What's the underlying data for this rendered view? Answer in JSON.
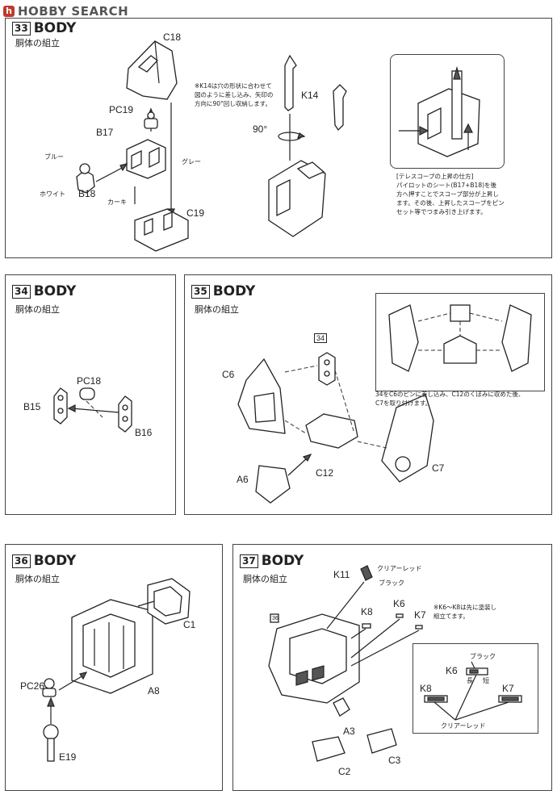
{
  "header": {
    "logo_text": "HOBBY SEARCH"
  },
  "steps": [
    {
      "number": "33",
      "title": "BODY",
      "subtitle": "胴体の組立",
      "labels": {
        "c18": "C18",
        "pc19": "PC19",
        "b17": "B17",
        "blue": "ブルー",
        "white": "ホワイト",
        "b18": "B18",
        "khaki": "カーキ",
        "gray": "グレー",
        "c19": "C19",
        "k14": "K14",
        "angle": "90°"
      },
      "note": "※K14は穴の形状に合わせて\n図のように差し込み、矢印の\n方向に90°回し収納します。",
      "telescope_note": "[テレスコープの上昇の仕方]\nパイロットのシート(B17+B18)を後\n方へ押すことでスコープ部分が上昇し\nます。その後、上昇したスコープをピン\nセット等でつまみ引き上げます。"
    },
    {
      "number": "34",
      "title": "BODY",
      "subtitle": "胴体の組立",
      "labels": {
        "pc18": "PC18",
        "b15": "B15",
        "b16": "B16"
      }
    },
    {
      "number": "35",
      "title": "BODY",
      "subtitle": "胴体の組立",
      "labels": {
        "ref": "34",
        "c6": "C6",
        "c12": "C12",
        "a6": "A6",
        "c7": "C7"
      },
      "note": "34をC6のピンに差し込み、C12のくぼみに収めた後、\nC7を取り付けます。"
    },
    {
      "number": "36",
      "title": "BODY",
      "subtitle": "胴体の組立",
      "labels": {
        "c1": "C1",
        "pc26": "PC26",
        "a8": "A8",
        "e19": "E19"
      }
    },
    {
      "number": "37",
      "title": "BODY",
      "subtitle": "胴体の組立",
      "labels": {
        "ref": "36",
        "k11": "K11",
        "clear_red_top": "クリアーレッド",
        "black_top": "ブラック",
        "k8": "K8",
        "k6": "K6",
        "k7": "K7",
        "a3": "A3",
        "c2": "C2",
        "c3": "C3",
        "inset_black": "ブラック",
        "inset_k6": "K6",
        "inset_k8": "K8",
        "inset_k7": "K7",
        "long": "長",
        "short": "短",
        "inset_clear_red": "クリアーレッド"
      },
      "note": "※K6〜K8は先に塗装し\n組立てます。"
    }
  ]
}
